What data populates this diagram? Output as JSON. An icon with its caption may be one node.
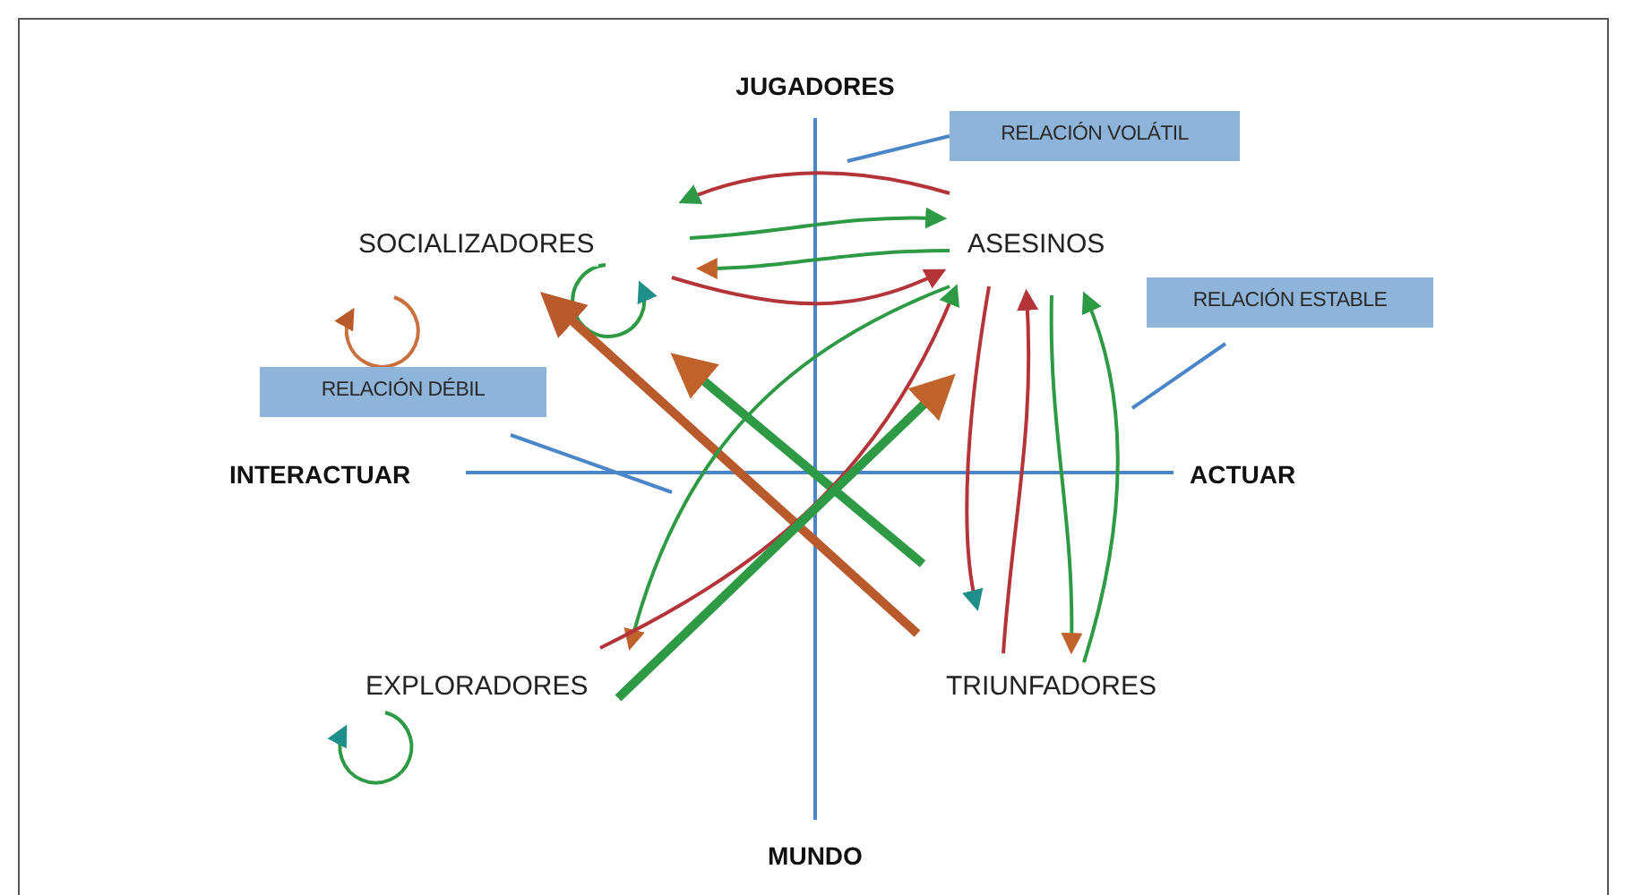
{
  "diagram": {
    "nodes": [
      {
        "text": [
          "SOCIALIZADORES"
        ]
      },
      {
        "text": [
          "ASESINOS"
        ]
      },
      {
        "text": [
          "EXPLORADORES"
        ]
      },
      {
        "text": [
          "TRIUNFADORES"
        ]
      },
      {
        "text": [
          "RELACIÓN VOLÁTIL"
        ]
      },
      {
        "text": [
          "RELACIÓN ESTABLE"
        ]
      },
      {
        "text": [
          "RELACIÓN DÉBIL"
        ]
      }
    ],
    "edges": [
      {
        "from": 1,
        "to": 0,
        "arrow": "to",
        "color": "#b3353a"
      },
      {
        "from": 0,
        "to": 1,
        "arrow": "to"
      },
      {
        "from": 1,
        "to": 0,
        "arrow": "to"
      },
      {
        "from": 0,
        "to": 1,
        "arrow": "to",
        "color": "#b3353a"
      },
      {
        "from": 0,
        "to": 0,
        "arrow": "to",
        "color": "#c8703e"
      },
      {
        "from": 0,
        "to": 0,
        "arrow": "to"
      },
      {
        "from": 3,
        "to": 0,
        "arrow": "to",
        "style": "thick"
      },
      {
        "from": 3,
        "to": 0,
        "arrow": "to",
        "style": "thick",
        "color": "#b95a2c"
      },
      {
        "from": 1,
        "to": 2,
        "arrow": "to"
      },
      {
        "from": 2,
        "to": 1,
        "arrow": "to",
        "color": "#b3353a"
      },
      {
        "from": 2,
        "to": 1,
        "arrow": "to",
        "style": "thick"
      },
      {
        "from": 1,
        "to": 3,
        "arrow": "to",
        "color": "#b3353a"
      },
      {
        "from": 3,
        "to": 1,
        "arrow": "to",
        "color": "#b3353a"
      },
      {
        "from": 1,
        "to": 3,
        "arrow": "to"
      },
      {
        "from": 3,
        "to": 1,
        "arrow": "to"
      },
      {
        "from": 2,
        "to": 2,
        "arrow": "to"
      },
      {
        "from": 4,
        "to": null,
        "arrow": "none",
        "color": "#4a86c8"
      },
      {
        "from": 5,
        "to": null,
        "arrow": "none",
        "color": "#4a86c8"
      },
      {
        "from": 6,
        "to": null,
        "arrow": "none",
        "color": "#4a86c8"
      }
    ],
    "labels": [
      "JUGADORES",
      "INTERACTUAR",
      "ACTUAR",
      "MUNDO"
    ]
  }
}
